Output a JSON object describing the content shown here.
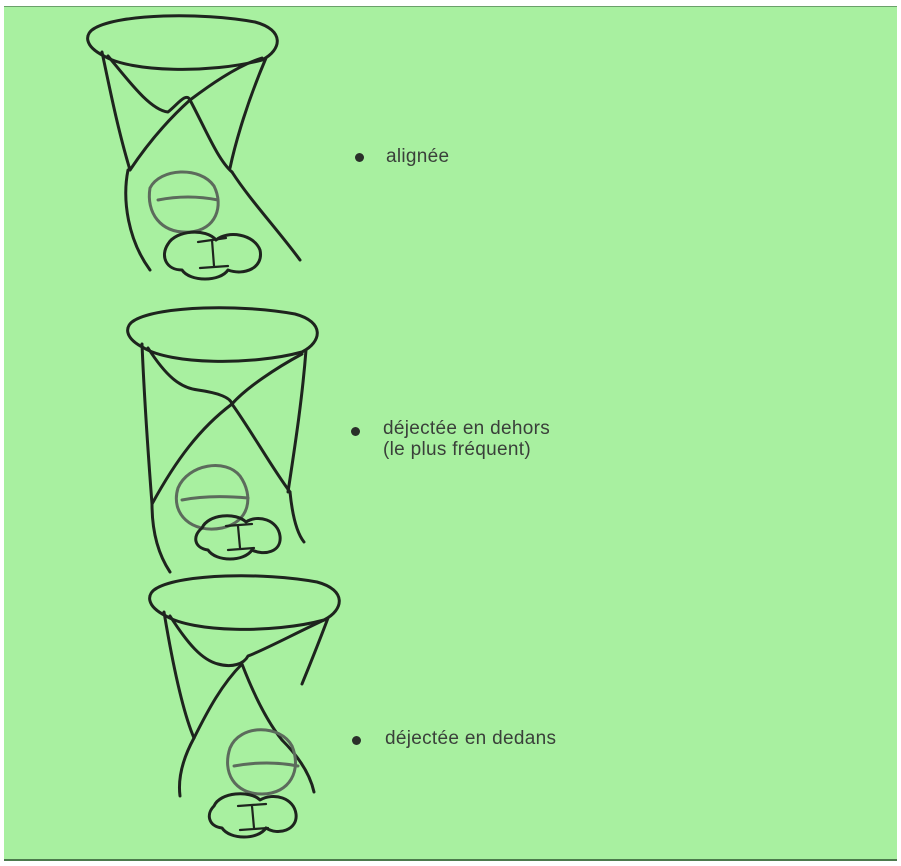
{
  "figures": [
    {
      "label_lines": [
        "alignée"
      ]
    },
    {
      "label_lines": [
        "déjectée en dehors",
        "(le plus fréquent)"
      ]
    },
    {
      "label_lines": [
        "déjectée en dedans"
      ]
    }
  ]
}
